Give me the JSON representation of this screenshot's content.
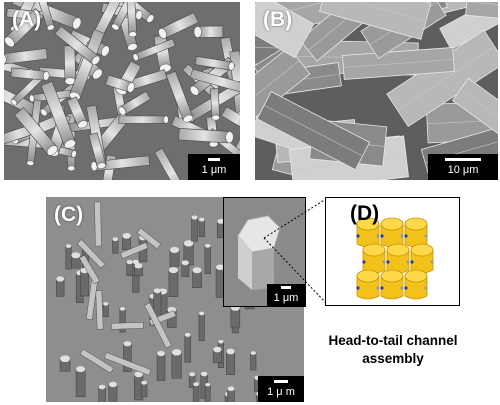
{
  "figure": {
    "panels": [
      {
        "id": "A",
        "label": "(A)",
        "scale_label": "1 μm"
      },
      {
        "id": "B",
        "label": "(B)",
        "scale_label": "10 μm"
      },
      {
        "id": "C",
        "label": "(C)",
        "scale_label": "1 μ m"
      },
      {
        "id": "C-inset",
        "label": "",
        "scale_label": "1 μm"
      },
      {
        "id": "D",
        "label": "(D)",
        "scale_label": ""
      }
    ],
    "caption_line1": "Head-to-tail channel",
    "caption_line2": "assembly"
  },
  "colors": {
    "sem_gray": "#7a7a7a",
    "crystal_yellow": "#f2c21b",
    "accent_blue": "#2a3a9a"
  }
}
